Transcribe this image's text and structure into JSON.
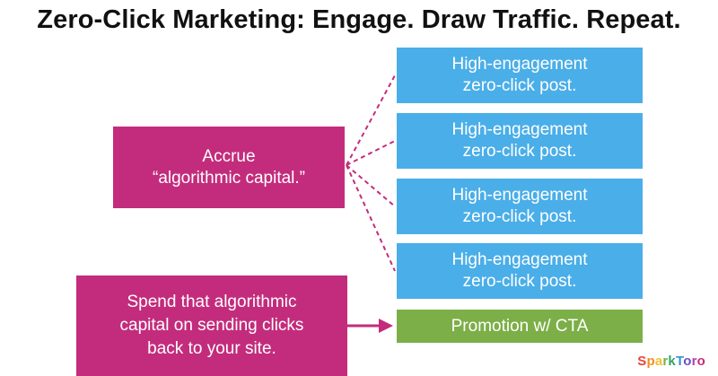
{
  "title": "Zero-Click Marketing: Engage. Draw Traffic. Repeat.",
  "accrue_box": {
    "line1": "Accrue",
    "line2": "“algorithmic capital.”"
  },
  "spend_box": {
    "line1": "Spend that algorithmic",
    "line2": "capital on sending clicks",
    "line3": "back to your site."
  },
  "posts": [
    {
      "line1": "High-engagement",
      "line2": "zero-click post."
    },
    {
      "line1": "High-engagement",
      "line2": "zero-click post."
    },
    {
      "line1": "High-engagement",
      "line2": "zero-click post."
    },
    {
      "line1": "High-engagement",
      "line2": "zero-click post."
    }
  ],
  "promotion": {
    "label": "Promotion w/ CTA"
  },
  "logo": {
    "text": "SparkToro"
  },
  "colors": {
    "post_blue": "#4aaee8",
    "accent_magenta": "#c32c7c",
    "promotion_green": "#7caf47"
  }
}
